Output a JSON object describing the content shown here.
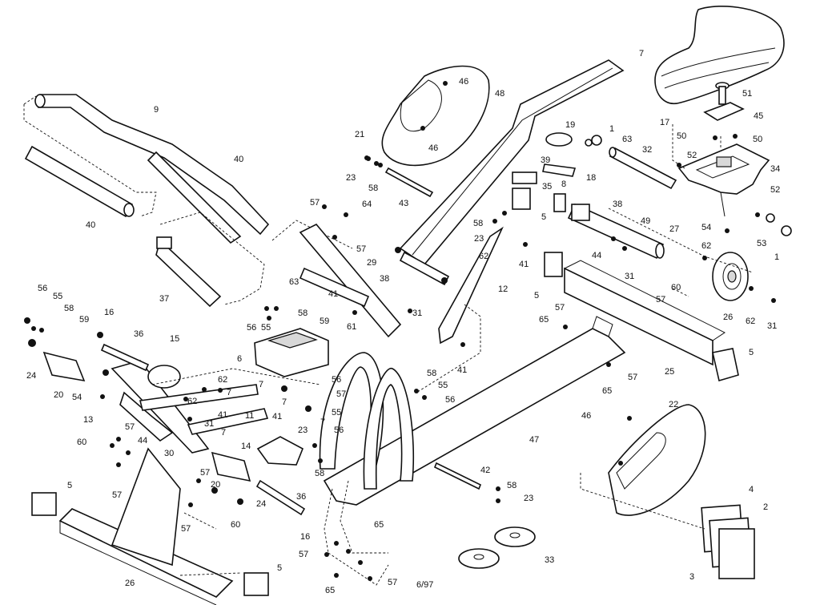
{
  "footer": {
    "date_code": "6/97"
  },
  "labels": {
    "p1a": "1",
    "p1b": "1",
    "p2": "2",
    "p3": "3",
    "p4": "4",
    "p5a": "5",
    "p5b": "5",
    "p5c": "5",
    "p5d": "5",
    "p5e": "5",
    "p6": "6",
    "p7a": "7",
    "p7b": "7",
    "p7c": "7",
    "p7d": "7",
    "p7e": "7",
    "p7f": "7",
    "p8": "8",
    "p9": "9",
    "p11": "11",
    "p12": "12",
    "p13": "13",
    "p14": "14",
    "p15": "15",
    "p16a": "16",
    "p16b": "16",
    "p17": "17",
    "p18": "18",
    "p19": "19",
    "p20a": "20",
    "p20b": "20",
    "p21": "21",
    "p22": "22",
    "p23a": "23",
    "p23b": "23",
    "p23c": "23",
    "p23d": "23",
    "p24a": "24",
    "p24b": "24",
    "p25": "25",
    "p26a": "26",
    "p26b": "26",
    "p27": "27",
    "p29": "29",
    "p30": "30",
    "p31a": "31",
    "p31b": "31",
    "p31c": "31",
    "p31d": "31",
    "p32": "32",
    "p33": "33",
    "p34": "34",
    "p35": "35",
    "p36a": "36",
    "p36b": "36",
    "p37": "37",
    "p38a": "38",
    "p38b": "38",
    "p39": "39",
    "p40a": "40",
    "p40b": "40",
    "p41a": "41",
    "p41b": "41",
    "p41c": "41",
    "p41d": "41",
    "p41e": "41",
    "p42": "42",
    "p43": "43",
    "p44a": "44",
    "p44b": "44",
    "p45": "45",
    "p46a": "46",
    "p46b": "46",
    "p46c": "46",
    "p47": "47",
    "p48": "48",
    "p49": "49",
    "p50a": "50",
    "p50b": "50",
    "p51": "51",
    "p52a": "52",
    "p52b": "52",
    "p53": "53",
    "p54a": "54",
    "p54b": "54",
    "p55a": "55",
    "p55b": "55",
    "p55c": "55",
    "p55d": "55",
    "p56a": "56",
    "p56b": "56",
    "p56c": "56",
    "p56d": "56",
    "p56e": "56",
    "p57a": "57",
    "p57b": "57",
    "p57c": "57",
    "p57d": "57",
    "p57e": "57",
    "p57f": "57",
    "p57g": "57",
    "p57h": "57",
    "p57i": "57",
    "p57j": "57",
    "p57k": "57",
    "p57l": "57",
    "p58a": "58",
    "p58b": "58",
    "p58c": "58",
    "p58d": "58",
    "p58e": "58",
    "p58f": "58",
    "p58g": "58",
    "p59a": "59",
    "p59b": "59",
    "p60a": "60",
    "p60b": "60",
    "p60c": "60",
    "p61": "61",
    "p62a": "62",
    "p62b": "62",
    "p62c": "62",
    "p62d": "62",
    "p62e": "62",
    "p63a": "63",
    "p63b": "63",
    "p64": "64",
    "p65a": "65",
    "p65b": "65",
    "p65c": "65",
    "p65d": "65"
  }
}
